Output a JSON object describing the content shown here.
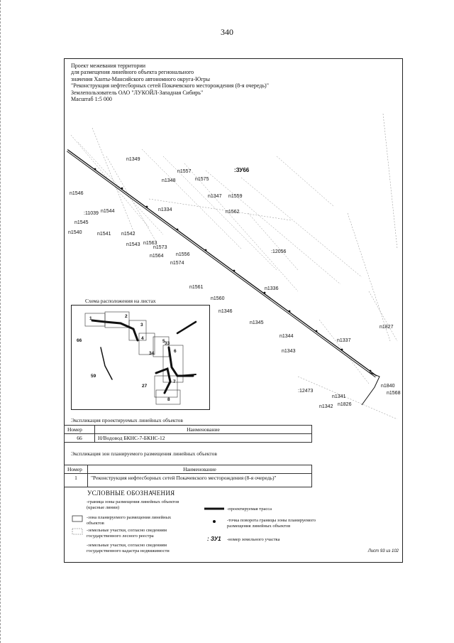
{
  "page_number": "340",
  "header": {
    "lines": [
      "Проект межевания территории",
      "для размещения линейного объекта регионального",
      "значения Ханты-Мансийского автономного округа-Югры",
      "\"Реконструкция нефтесборных сетей Покачевского месторождения (8-я очередь)\"",
      "Землепользователь ОАО \"ЛУКОЙЛ-Западная Сибирь\"",
      "Масштаб 1:5 000"
    ]
  },
  "map": {
    "plot_labels": [
      "n1349",
      "n1557",
      "n1348",
      "n1575",
      ":ЗУ66",
      "n1546",
      "n1347",
      "n1559",
      ":11039",
      "n1544",
      "n1334",
      "n1562",
      "n1545",
      "n1540",
      "n1541",
      "n1542",
      "n1543",
      "n1563",
      "n1573",
      ":12056",
      "n1564",
      "n1556",
      "n1574",
      "n1561",
      "n1336",
      "n1560",
      "n1346",
      "n1345",
      "n1827",
      "n1344",
      "n1337",
      "n1343",
      "n1840",
      "n1568",
      ":12473",
      "n1341",
      "n1342",
      "n1826"
    ]
  },
  "scheme": {
    "title": "Схема расположения на листах",
    "sheet_numbers": [
      "1",
      "2",
      "3",
      "4",
      "5",
      "6",
      "7",
      "8"
    ],
    "object_numbers": [
      "66",
      "33",
      "34",
      "59",
      "27"
    ]
  },
  "linear_objects": {
    "title": "Экспликация проектируемых линейных объектов",
    "headers": [
      "Номер",
      "Наименование"
    ],
    "rows": [
      [
        "66",
        "Н/Водовод БКНС-7-БКНС-12"
      ]
    ]
  },
  "zones": {
    "title": "Экспликация зон планируемого размещения линейных объектов",
    "headers": [
      "Номер",
      "Наименование"
    ],
    "rows": [
      [
        "1",
        "\"Реконструкция нефтесборных сетей Покачевского месторождения (8-я очередь)\""
      ]
    ]
  },
  "legend": {
    "title": "УСЛОВНЫЕ ОБОЗНАЧЕНИЯ",
    "left": [
      "-граница зоны размещения линейных объектов (красные линии)",
      "-зона планируемого размещения линейных объектов",
      "-земельные участки, согласно сведениям государственного лесного реестра",
      "-земельные участки, согласно сведениям государственного кадастра недвижимости"
    ],
    "right": [
      "-проектируемая трасса",
      "-точка поворота границы зоны планируемого размещения линейных объектов",
      "-номер земельного участка"
    ],
    "zu_symbol": ": ЗУ1"
  },
  "sheet_label": "Лист 93 из 102"
}
